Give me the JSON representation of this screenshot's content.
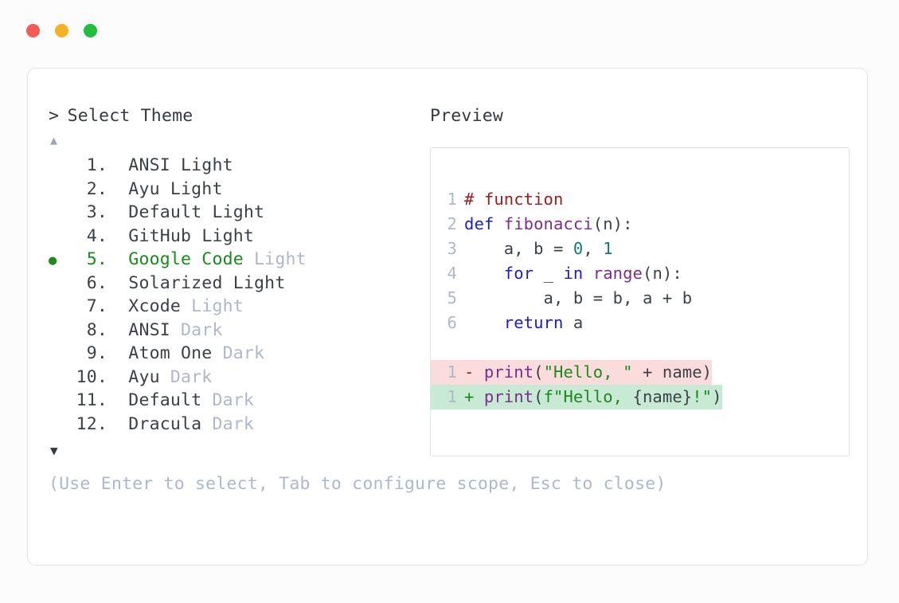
{
  "window": {
    "traffic_lights": [
      {
        "name": "close",
        "color": "#f45b55"
      },
      {
        "name": "minimize",
        "color": "#f5b324"
      },
      {
        "name": "maximize",
        "color": "#21bf3e"
      }
    ]
  },
  "prompt": {
    "caret": ">",
    "title": "Select Theme"
  },
  "scroll": {
    "up_icon": "▲",
    "down_icon": "▼"
  },
  "selection": {
    "bullet": "●",
    "selected_index": 5,
    "accent_color": "#1a8a1a"
  },
  "themes": [
    {
      "index": "1.",
      "name": "ANSI",
      "variant": "Light",
      "variant_muted": false,
      "selected": false
    },
    {
      "index": "2.",
      "name": "Ayu",
      "variant": "Light",
      "variant_muted": false,
      "selected": false
    },
    {
      "index": "3.",
      "name": "Default",
      "variant": "Light",
      "variant_muted": false,
      "selected": false
    },
    {
      "index": "4.",
      "name": "GitHub",
      "variant": "Light",
      "variant_muted": false,
      "selected": false
    },
    {
      "index": "5.",
      "name": "Google Code",
      "variant": "Light",
      "variant_muted": true,
      "selected": true
    },
    {
      "index": "6.",
      "name": "Solarized",
      "variant": "Light",
      "variant_muted": false,
      "selected": false
    },
    {
      "index": "7.",
      "name": "Xcode",
      "variant": "Light",
      "variant_muted": true,
      "selected": false
    },
    {
      "index": "8.",
      "name": "ANSI",
      "variant": "Dark",
      "variant_muted": true,
      "selected": false
    },
    {
      "index": "9.",
      "name": "Atom One",
      "variant": "Dark",
      "variant_muted": true,
      "selected": false
    },
    {
      "index": "10.",
      "name": "Ayu",
      "variant": "Dark",
      "variant_muted": true,
      "selected": false
    },
    {
      "index": "11.",
      "name": "Default",
      "variant": "Dark",
      "variant_muted": true,
      "selected": false
    },
    {
      "index": "12.",
      "name": "Dracula",
      "variant": "Dark",
      "variant_muted": true,
      "selected": false
    }
  ],
  "hint": "(Use Enter to select, Tab to configure scope, Esc to close)",
  "preview": {
    "label": "Preview",
    "code_lines": [
      {
        "no": "1",
        "tokens": [
          {
            "t": "# function",
            "c": "comment"
          }
        ]
      },
      {
        "no": "2",
        "tokens": [
          {
            "t": "def ",
            "c": "keyword"
          },
          {
            "t": "fibonacci",
            "c": "func"
          },
          {
            "t": "(n):",
            "c": "punct"
          }
        ]
      },
      {
        "no": "3",
        "tokens": [
          {
            "t": "    a, b = ",
            "c": "plain"
          },
          {
            "t": "0",
            "c": "number"
          },
          {
            "t": ", ",
            "c": "plain"
          },
          {
            "t": "1",
            "c": "number"
          }
        ]
      },
      {
        "no": "4",
        "tokens": [
          {
            "t": "    ",
            "c": "plain"
          },
          {
            "t": "for",
            "c": "keyword"
          },
          {
            "t": " _ ",
            "c": "plain"
          },
          {
            "t": "in",
            "c": "keyword"
          },
          {
            "t": " ",
            "c": "plain"
          },
          {
            "t": "range",
            "c": "builtin"
          },
          {
            "t": "(n):",
            "c": "punct"
          }
        ]
      },
      {
        "no": "5",
        "tokens": [
          {
            "t": "        a, b = b, a + b",
            "c": "plain"
          }
        ]
      },
      {
        "no": "6",
        "tokens": [
          {
            "t": "    ",
            "c": "plain"
          },
          {
            "t": "return",
            "c": "keyword"
          },
          {
            "t": " a",
            "c": "plain"
          }
        ]
      }
    ],
    "diff_lines": [
      {
        "no": "1",
        "kind": "minus",
        "sign": "-",
        "tokens": [
          {
            "t": "print",
            "c": "builtin"
          },
          {
            "t": "(",
            "c": "punct"
          },
          {
            "t": "\"Hello, \"",
            "c": "string"
          },
          {
            "t": " + name)",
            "c": "plain"
          }
        ]
      },
      {
        "no": "1",
        "kind": "plus",
        "sign": "+",
        "tokens": [
          {
            "t": "print",
            "c": "builtin"
          },
          {
            "t": "(",
            "c": "punct"
          },
          {
            "t": "f\"Hello, ",
            "c": "string"
          },
          {
            "t": "{name}",
            "c": "plain"
          },
          {
            "t": "!\"",
            "c": "string"
          },
          {
            "t": ")",
            "c": "punct"
          }
        ]
      }
    ],
    "diff_colors": {
      "removed_bg": "#fbdcdc",
      "added_bg": "#c8e9d4"
    }
  }
}
